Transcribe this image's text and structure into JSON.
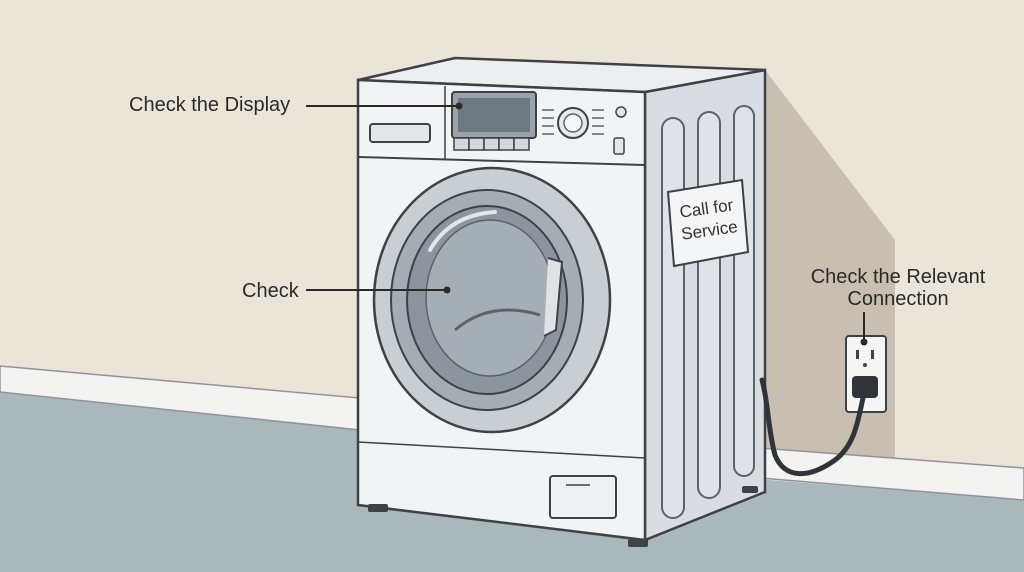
{
  "labels": {
    "display": "Check the Display",
    "door": "Check",
    "connection_line1": "Check the Relevant",
    "connection_line2": "Connection"
  },
  "sticker": {
    "line1": "Call for",
    "line2": "Service"
  },
  "colors": {
    "wall": "#ebe4d9",
    "wall_shadow": "#c9bfb0",
    "floor": "#a9b8bb",
    "baseboard": "#f3f3f1",
    "machine_body": "#f2f3f4",
    "machine_side": "#d9dde1",
    "outline": "#3c4248",
    "display_screen": "#6f7780",
    "leader_line": "#2a2a2a"
  }
}
